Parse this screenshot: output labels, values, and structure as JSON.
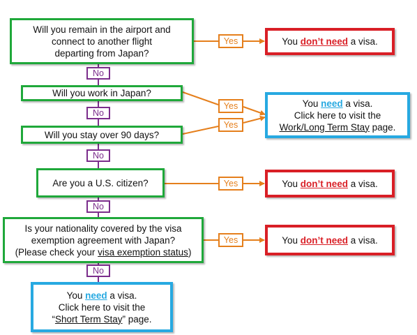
{
  "colors": {
    "question_border": "#1fa83a",
    "no_visa_border": "#d91f26",
    "need_visa_border": "#27a9e1",
    "yes_label": "#e57f1c",
    "no_label": "#7b2d8c"
  },
  "questions": {
    "q1": [
      "Will you remain in the airport and",
      "connect to another flight",
      "departing from Japan?"
    ],
    "q2": "Will you work in Japan?",
    "q3": "Will you stay over 90 days?",
    "q4": "Are you a U.S. citizen?",
    "q5": {
      "line1": "Is your nationality covered by the visa",
      "line2": "exemption agreement with Japan?",
      "line3_pre": "(Please check your ",
      "line3_link": "visa exemption status",
      "line3_post": ")"
    }
  },
  "labels": {
    "yes": "Yes",
    "no": "No"
  },
  "outcomes": {
    "no_visa": {
      "pre": "You ",
      "keyword": "don’t need",
      "post": " a visa."
    },
    "work_long": {
      "pre": "You ",
      "keyword": "need",
      "post": " a visa.",
      "line2": "Click here to visit the",
      "line3_link": "Work/Long Term Stay",
      "line3_post": " page."
    },
    "short_term": {
      "pre": "You ",
      "keyword": "need",
      "post": " a visa.",
      "line2": "Click here to visit the",
      "line3_pre": "“",
      "line3_link": "Short Term Stay",
      "line3_post": "” page."
    }
  }
}
